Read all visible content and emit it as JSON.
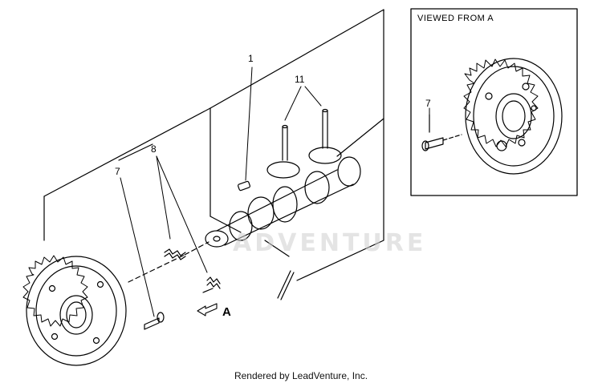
{
  "inset": {
    "title": "VIEWED FROM A",
    "callout": "7"
  },
  "callouts": {
    "roll_pin": "1",
    "valve_lifters": "11",
    "fasteners": "8",
    "bolt": "7"
  },
  "view_arrow": "A",
  "watermark": {
    "text": "ADVENTURE"
  },
  "footer": {
    "text": "Rendered by LeadVenture, Inc."
  },
  "colors": {
    "line": "#000000",
    "watermark": "#cfcfcf",
    "background": "#ffffff"
  }
}
